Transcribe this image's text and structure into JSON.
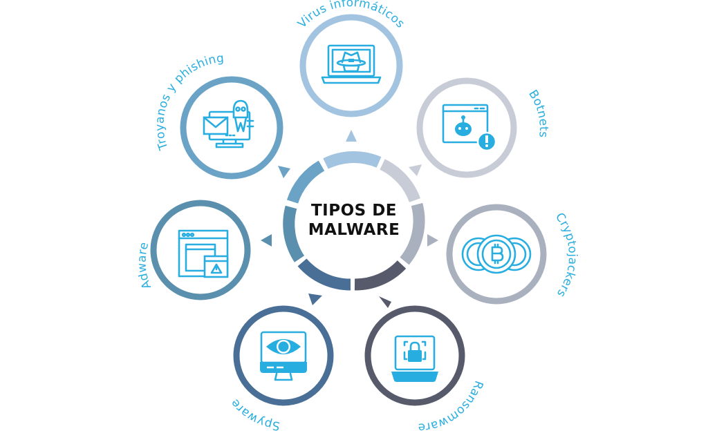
{
  "hub": {
    "title_line1": "TIPOS DE",
    "title_line2": "MALWARE",
    "segment_colors": [
      "#a3c4e0",
      "#c8ccd6",
      "#a9b0be",
      "#565a6b",
      "#4a6f96",
      "#5b8fae",
      "#6aa3c6"
    ]
  },
  "label_color": "#2aaee0",
  "icon_color": "#27ade0",
  "nodes": [
    {
      "id": "virus",
      "label": "Virus informáticos",
      "icon": "laptop-spy-hat-icon",
      "ring_color": "#a3c4e0"
    },
    {
      "id": "botnets",
      "label": "Botnets",
      "icon": "browser-robot-alert-icon",
      "ring_color": "#c8ccd6"
    },
    {
      "id": "cryptojackers",
      "label": "Cryptojackers",
      "icon": "bitcoin-coins-icon",
      "ring_color": "#a9b0be"
    },
    {
      "id": "ransomware",
      "label": "Ransomware",
      "icon": "laptop-padlock-icon",
      "ring_color": "#565a6b"
    },
    {
      "id": "spyware",
      "label": "Spyware",
      "icon": "monitor-eye-icon",
      "ring_color": "#4a6f96"
    },
    {
      "id": "adware",
      "label": "Adware",
      "icon": "stacked-windows-warning-icon",
      "ring_color": "#5b8fae"
    },
    {
      "id": "troyanos",
      "label": "Troyanos y phishing",
      "icon": "monitor-mail-skull-icon",
      "ring_color": "#6aa3c6"
    }
  ]
}
